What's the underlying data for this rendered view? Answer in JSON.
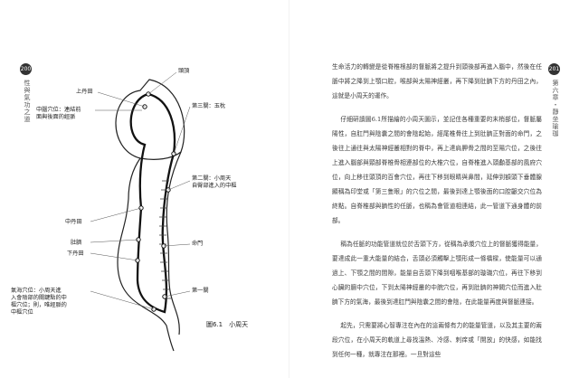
{
  "left_page": {
    "page_number": "200",
    "running_head": "性與氣功之道",
    "figure": {
      "caption": "圖6.1　小周天",
      "labels": {
        "baihui": "頭頂",
        "shangdantian": "上丹田",
        "zhongwan": "中腦穴位：連結前\n面與後面的經脈",
        "yuzhen": "第三關：玉枕",
        "jiaji": "第二關：小周天\n自臀部進入的中樞",
        "zhongdantian": "中丹田",
        "navel": "肚臍",
        "xiadantian": "下丹田",
        "mingmen": "命門",
        "weilu": "第一關",
        "huiyin": "氣海穴位：小周天進\n入會陰部的關鍵點的中\n樞穴位；則，唯經脈的\n中樞穴位"
      }
    }
  },
  "right_page": {
    "page_number": "201",
    "running_head": "第六章・靜坐瑜珈",
    "paragraphs": [
      "生命活力的轉變是從脊椎根部的督脈將之提升到頭後部再進入腦中，然後在任脈中將之降到上顎口腔，喉部與太陽神經叢，再下降到肚臍下方的丹田之內，這就是小周天的運作。",
      "仔細研讀圖6.1所描繪的小周天圖示，並記住各種重要的末梢部位，督脈屬陽性，自肛門與陰囊之間的會陰起始，經尾椎骨往上到肚臍正對面的命門，之後往上通往與太陽神經叢相對的脊中，再上達肩胛骨之間的至陽穴位，之後往上進入腦部與頸部脊椎骨相連部位的大椎穴位，自脊椎進入頭顱基部的風府穴位，向上移往頭頂的百會穴位，再往下移到眼睛與鼻間，延伸到額頭下垂體腺顯稱為印堂或「第三隻眼」的穴位之間，最後到達上顎後面的口腔齦交穴位為終點。自脊椎部與臍性的任脈，也稱為會管道相連結，此一管道下通身體的前部。",
      "稱為任脈的功能管道就位於舌頭下方，從稱為承漿穴位上的督脈獲得能量，要達成此一重大能量的結合，舌頭必須觸擊上顎形成一條橋樑，使能量可以通過上、下顎之間的間隙，能量自舌頭下降到咽喉基部的璇璣穴位，再往下移到心臟的膻中穴位，下到太陽神經叢的中脘穴位，再到肚臍的神闕穴位而進入肚臍下方的氣海，最後到達肛門與陰囊之間的會陰，在此能量再度與督脈連接。",
      "起先，只需要將心智專注在內在的這兩條有力的能量管道，以及其主要的兩段穴位，在小周天的軌道上尋找溫熱、冷感、刺痒或「開放」的快感，如能找到任何一種，就專注在那裡。一旦對這些"
    ]
  }
}
